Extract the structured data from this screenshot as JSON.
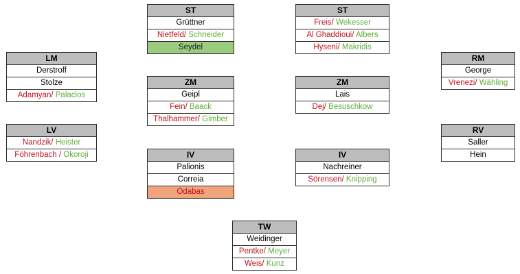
{
  "positions": {
    "st_left": {
      "title": "ST",
      "rows": [
        {
          "player": "Grüttner"
        },
        {
          "a": "Nietfeld",
          "sep": "/ ",
          "b": "Schneider"
        },
        {
          "player": "Seydel",
          "fill": "#9acb7e"
        }
      ]
    },
    "st_right": {
      "title": "ST",
      "rows": [
        {
          "a": "Freis",
          "sep": "/ ",
          "b": "Wekesser"
        },
        {
          "a": "Al Ghaddioui",
          "sep": "/ ",
          "b": "Albers"
        },
        {
          "a": "Hyseni",
          "sep": "/ ",
          "b": "Makridis"
        }
      ]
    },
    "lm": {
      "title": "LM",
      "rows": [
        {
          "player": "Derstroff"
        },
        {
          "player": "Stolze"
        },
        {
          "a": "Adamyan",
          "sep": "/ ",
          "b": "Palacios"
        }
      ]
    },
    "rm": {
      "title": "RM",
      "rows": [
        {
          "player": "George"
        },
        {
          "a": "Vrenezi",
          "sep": "/ ",
          "b": "Wähling"
        }
      ]
    },
    "zm_left": {
      "title": "ZM",
      "rows": [
        {
          "player": "Geipl"
        },
        {
          "a": "Fein",
          "sep": "/ ",
          "b": "Baack"
        },
        {
          "a": "Thalhammer",
          "sep": "/ ",
          "b": "Gimber"
        }
      ]
    },
    "zm_right": {
      "title": "ZM",
      "rows": [
        {
          "player": "Lais"
        },
        {
          "a": "Dej",
          "sep": "/ ",
          "b": "Besuschkow"
        }
      ]
    },
    "lv": {
      "title": "LV",
      "rows": [
        {
          "a": "Nandzik",
          "sep": "/ ",
          "b": "Heister"
        },
        {
          "a": "Föhrenbach",
          "sep": " / ",
          "b": "Okoroji"
        }
      ]
    },
    "rv": {
      "title": "RV",
      "rows": [
        {
          "player": "Saller"
        },
        {
          "player": "Hein"
        }
      ]
    },
    "iv_left": {
      "title": "IV",
      "rows": [
        {
          "player": "Palionis"
        },
        {
          "player": "Correia"
        },
        {
          "player": "Odabas",
          "fill": "#f0a47c"
        }
      ]
    },
    "iv_right": {
      "title": "IV",
      "rows": [
        {
          "player": "Nachreiner"
        },
        {
          "a": "Sörensen",
          "sep": "/ ",
          "b": "Knipping"
        }
      ]
    },
    "tw": {
      "title": "TW",
      "rows": [
        {
          "player": "Weidinger"
        },
        {
          "a": "Pentke",
          "sep": "/ ",
          "b": "Meyer"
        },
        {
          "a": "Weis",
          "sep": "/ ",
          "b": "Kunz"
        }
      ]
    }
  },
  "colors": {
    "first_option": "#c0121e",
    "second_option": "#5fae3a",
    "header_bg": "#bdbdbd",
    "highlight_green": "#9acb7e",
    "highlight_orange": "#f0a47c"
  }
}
